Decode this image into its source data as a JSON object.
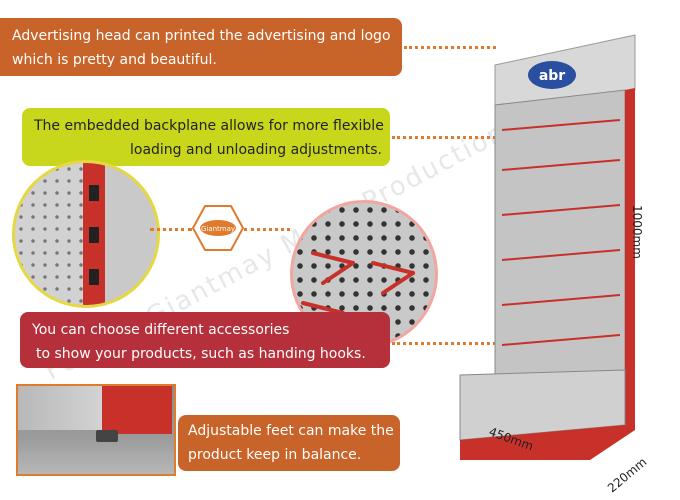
{
  "banners": {
    "head": {
      "line1": "Advertising head can printed the advertising and logo",
      "line2": "which is pretty and beautiful."
    },
    "backplane": {
      "line1": "The embedded backplane allows for more flexible",
      "line2": "loading and unloading adjustments."
    },
    "accessories": {
      "line1": "You can choose different accessories",
      "line2": "to show your products, such as handing hooks."
    },
    "feet": {
      "line1": "Adjustable feet can make the",
      "line2": "product keep in balance."
    }
  },
  "logo_text": "Giantmay",
  "header_logo": "abr",
  "dimensions": {
    "height": "1000mm",
    "width": "450mm",
    "depth": "220mm"
  },
  "watermark": "Foshan Giantmay Metal Production Co., Ltd.",
  "colors": {
    "orange": "#c8642a",
    "lime": "#c8d61c",
    "crimson": "#b5303a",
    "red_frame": "#c8302a"
  }
}
